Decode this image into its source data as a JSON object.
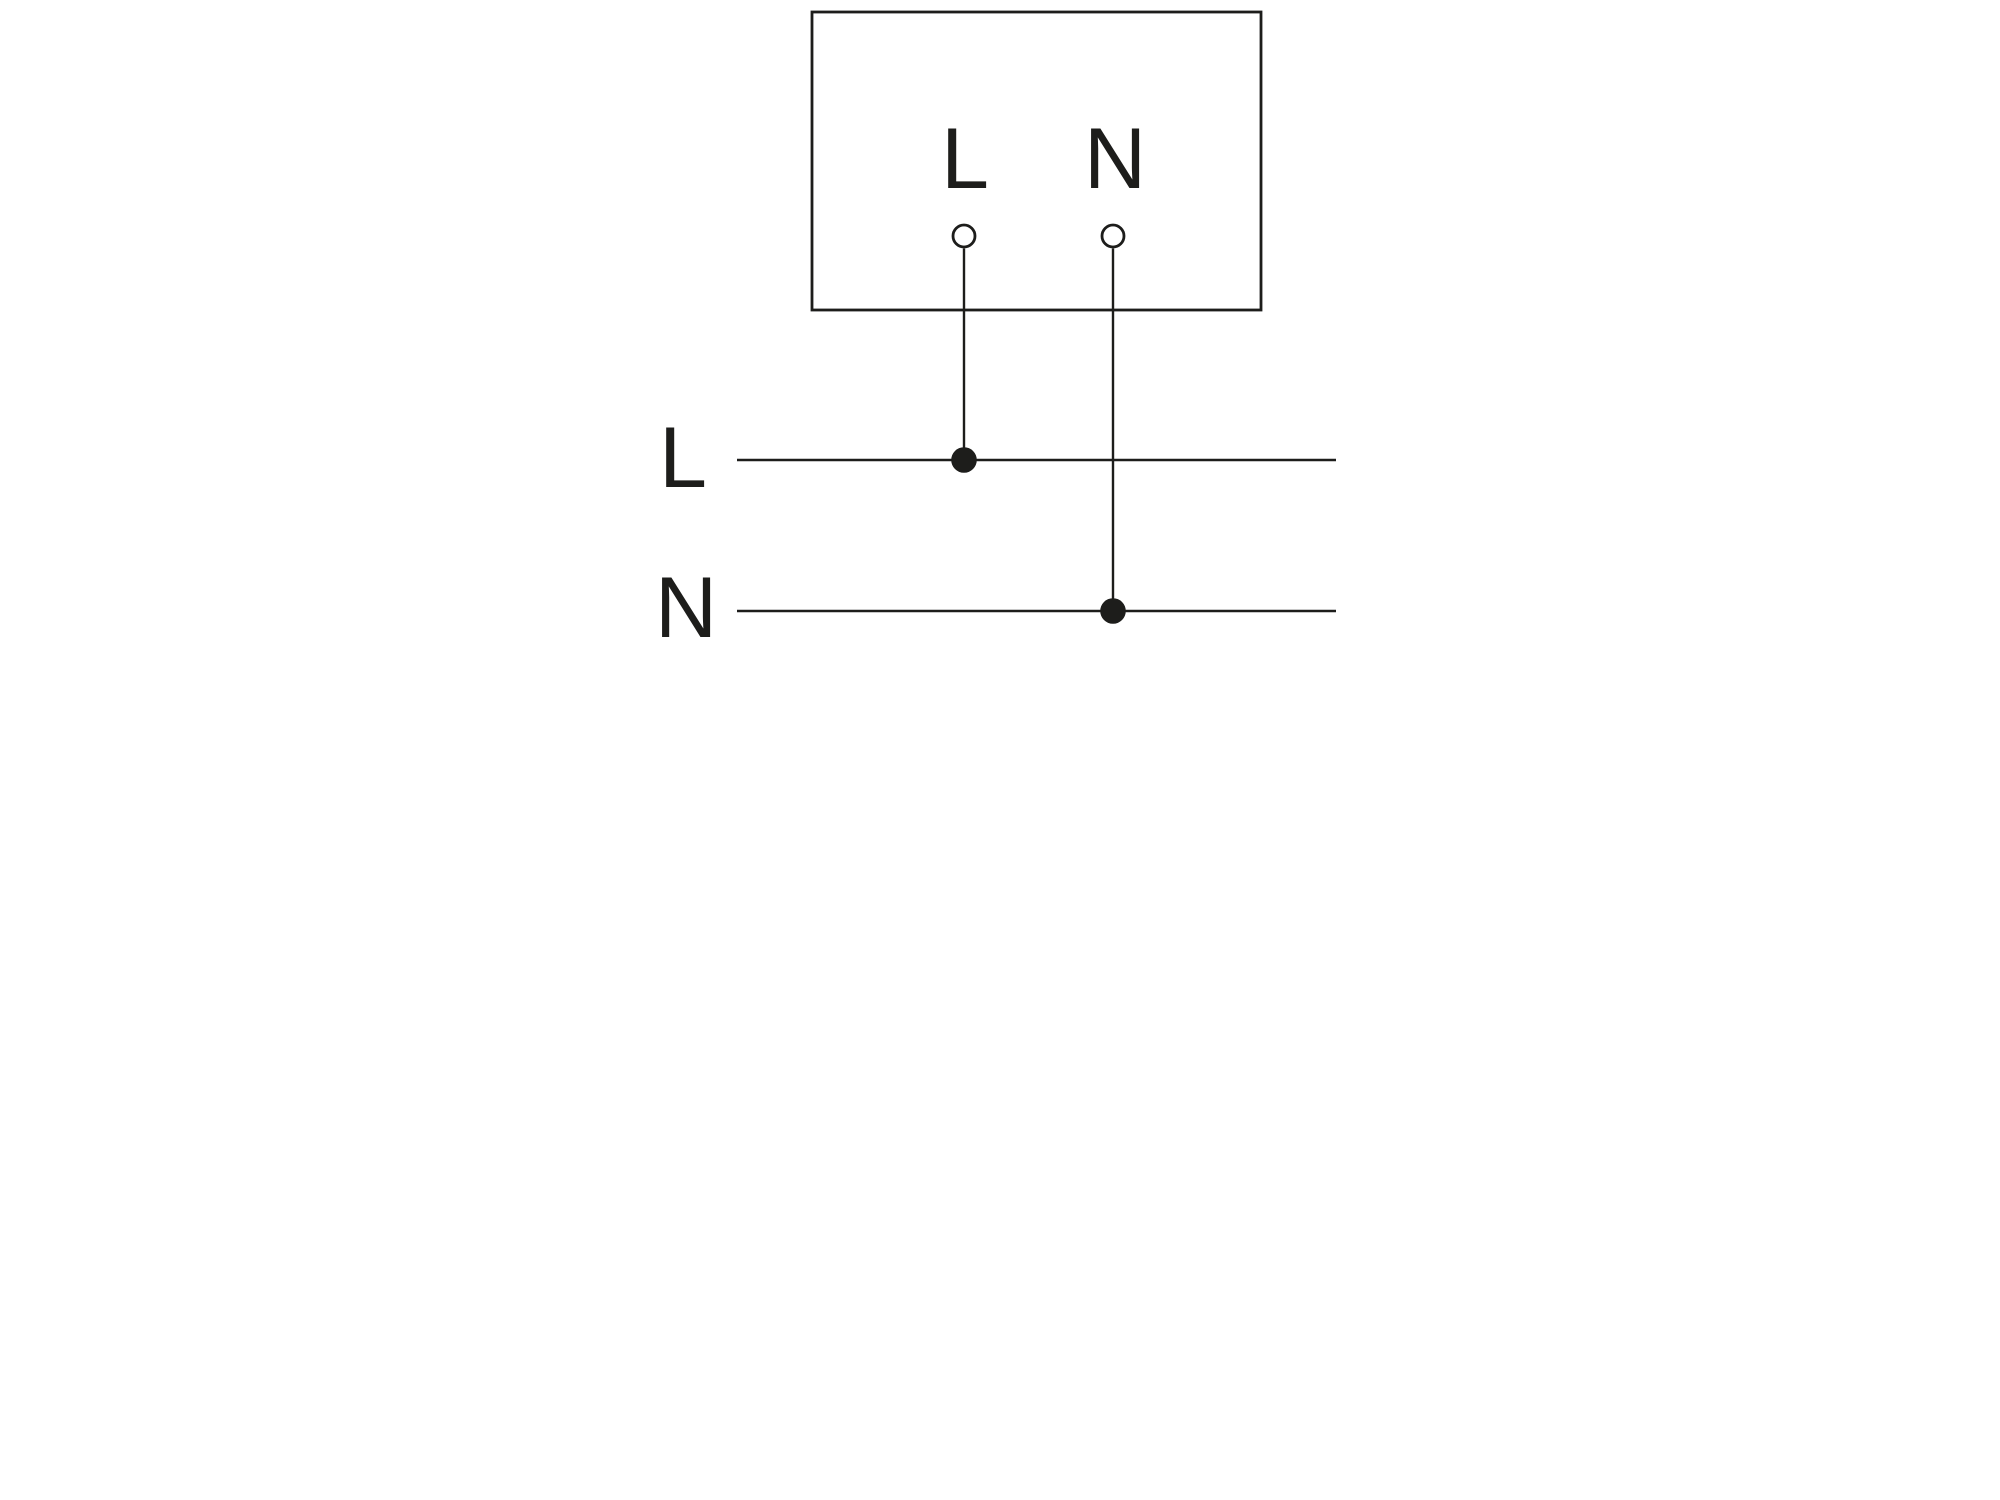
{
  "diagram": {
    "type": "wiring-connection-diagram",
    "ink_color": "#1d1d1b",
    "background_color": "#ffffff",
    "device": {
      "terminals": [
        {
          "label": "L"
        },
        {
          "label": "N"
        }
      ]
    },
    "supply_lines": [
      {
        "label": "L"
      },
      {
        "label": "N"
      }
    ],
    "connections": [
      {
        "from": "device-terminal-l",
        "to": "supply-line-l",
        "junction": "solid-dot"
      },
      {
        "from": "device-terminal-n",
        "to": "supply-line-n",
        "junction": "solid-dot",
        "crosses_without_connection": "supply-line-l"
      }
    ]
  }
}
